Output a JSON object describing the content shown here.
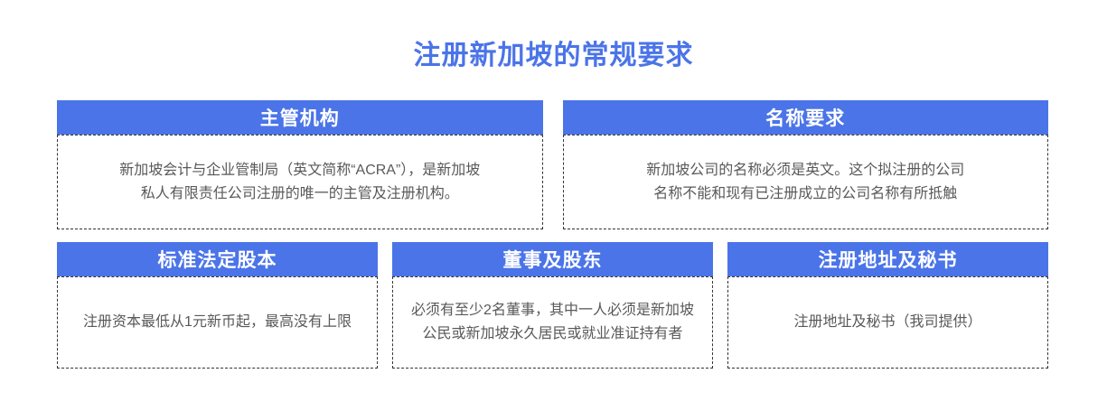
{
  "page": {
    "title": "注册新加坡的常规要求"
  },
  "colors": {
    "accent": "#4B74E8",
    "header_text": "#FFFFFF",
    "body_text": "#595959",
    "border": "#333333",
    "background": "#FFFFFF"
  },
  "cards": [
    {
      "header": "主管机构",
      "body": "新加坡会计与企业管制局（英文简称“ACRA”），是新加坡\n私人有限责任公司注册的唯一的主管及注册机构。"
    },
    {
      "header": "名称要求",
      "body": "新加坡公司的名称必须是英文。这个拟注册的公司\n名称不能和现有已注册成立的公司名称有所抵触"
    },
    {
      "header": "标准法定股本",
      "body": "注册资本最低从1元新币起，最高没有上限"
    },
    {
      "header": "董事及股东",
      "body": "必须有至少2名董事，其中一人必须是新加坡\n公民或新加坡永久居民或就业准证持有者"
    },
    {
      "header": "注册地址及秘书",
      "body": "注册地址及秘书（我司提供）"
    }
  ]
}
